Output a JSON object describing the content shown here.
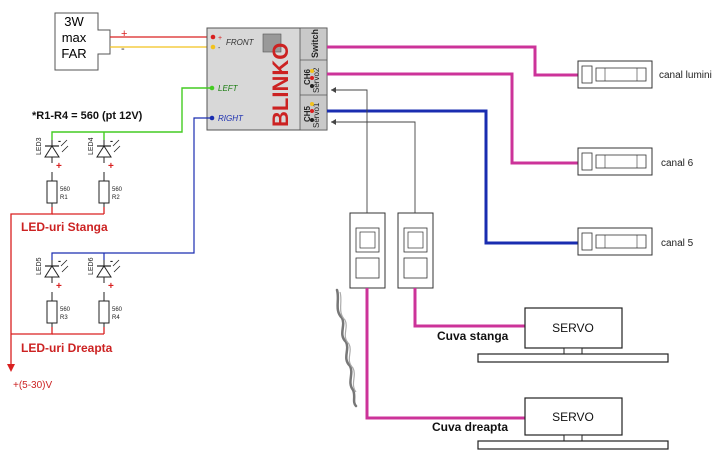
{
  "colors": {
    "magenta": "#cc3399",
    "blue": "#1a2db0",
    "green": "#44cc22",
    "red": "#d92020",
    "yellow": "#f2c21e",
    "dark_red": "#cc2222",
    "wire_gray": "#444444",
    "box_fill": "#d8d8d8"
  },
  "far": {
    "label_line1": "3W",
    "label_line2": "max",
    "label_line3": "FAR",
    "plus": "+",
    "minus": "-"
  },
  "module": {
    "brand": "BLINKO",
    "front_label": "FRONT",
    "front_plus": "+",
    "front_minus": "-",
    "left_label": "LEFT",
    "right_label": "RIGHT",
    "sec_switch": "Switch",
    "sec_ch6": "CH6",
    "sec_servo2": "Servo2",
    "sec_ch5": "CH5",
    "sec_servo1": "Servo1"
  },
  "resistor_note": "*R1-R4 = 560 (pt 12V)",
  "leds": [
    {
      "name": "LED3",
      "resistor": "R1",
      "value": "560"
    },
    {
      "name": "LED4",
      "resistor": "R2",
      "value": "560"
    },
    {
      "name": "LED5",
      "resistor": "R3",
      "value": "560"
    },
    {
      "name": "LED6",
      "resistor": "R4",
      "value": "560"
    }
  ],
  "led_polarity": {
    "minus": "-",
    "plus": "+"
  },
  "group_labels": {
    "stanga": "LED-uri  Stanga",
    "dreapta": "LED-uri  Dreapta"
  },
  "supply": "+(5-30)V",
  "channels": {
    "lumini": "canal lumini",
    "ch6": "canal 6",
    "ch5": "canal 5"
  },
  "servos": {
    "stanga": {
      "label": "SERVO",
      "caption": "Cuva stanga"
    },
    "dreapta": {
      "label": "SERVO",
      "caption": "Cuva dreapta"
    }
  }
}
